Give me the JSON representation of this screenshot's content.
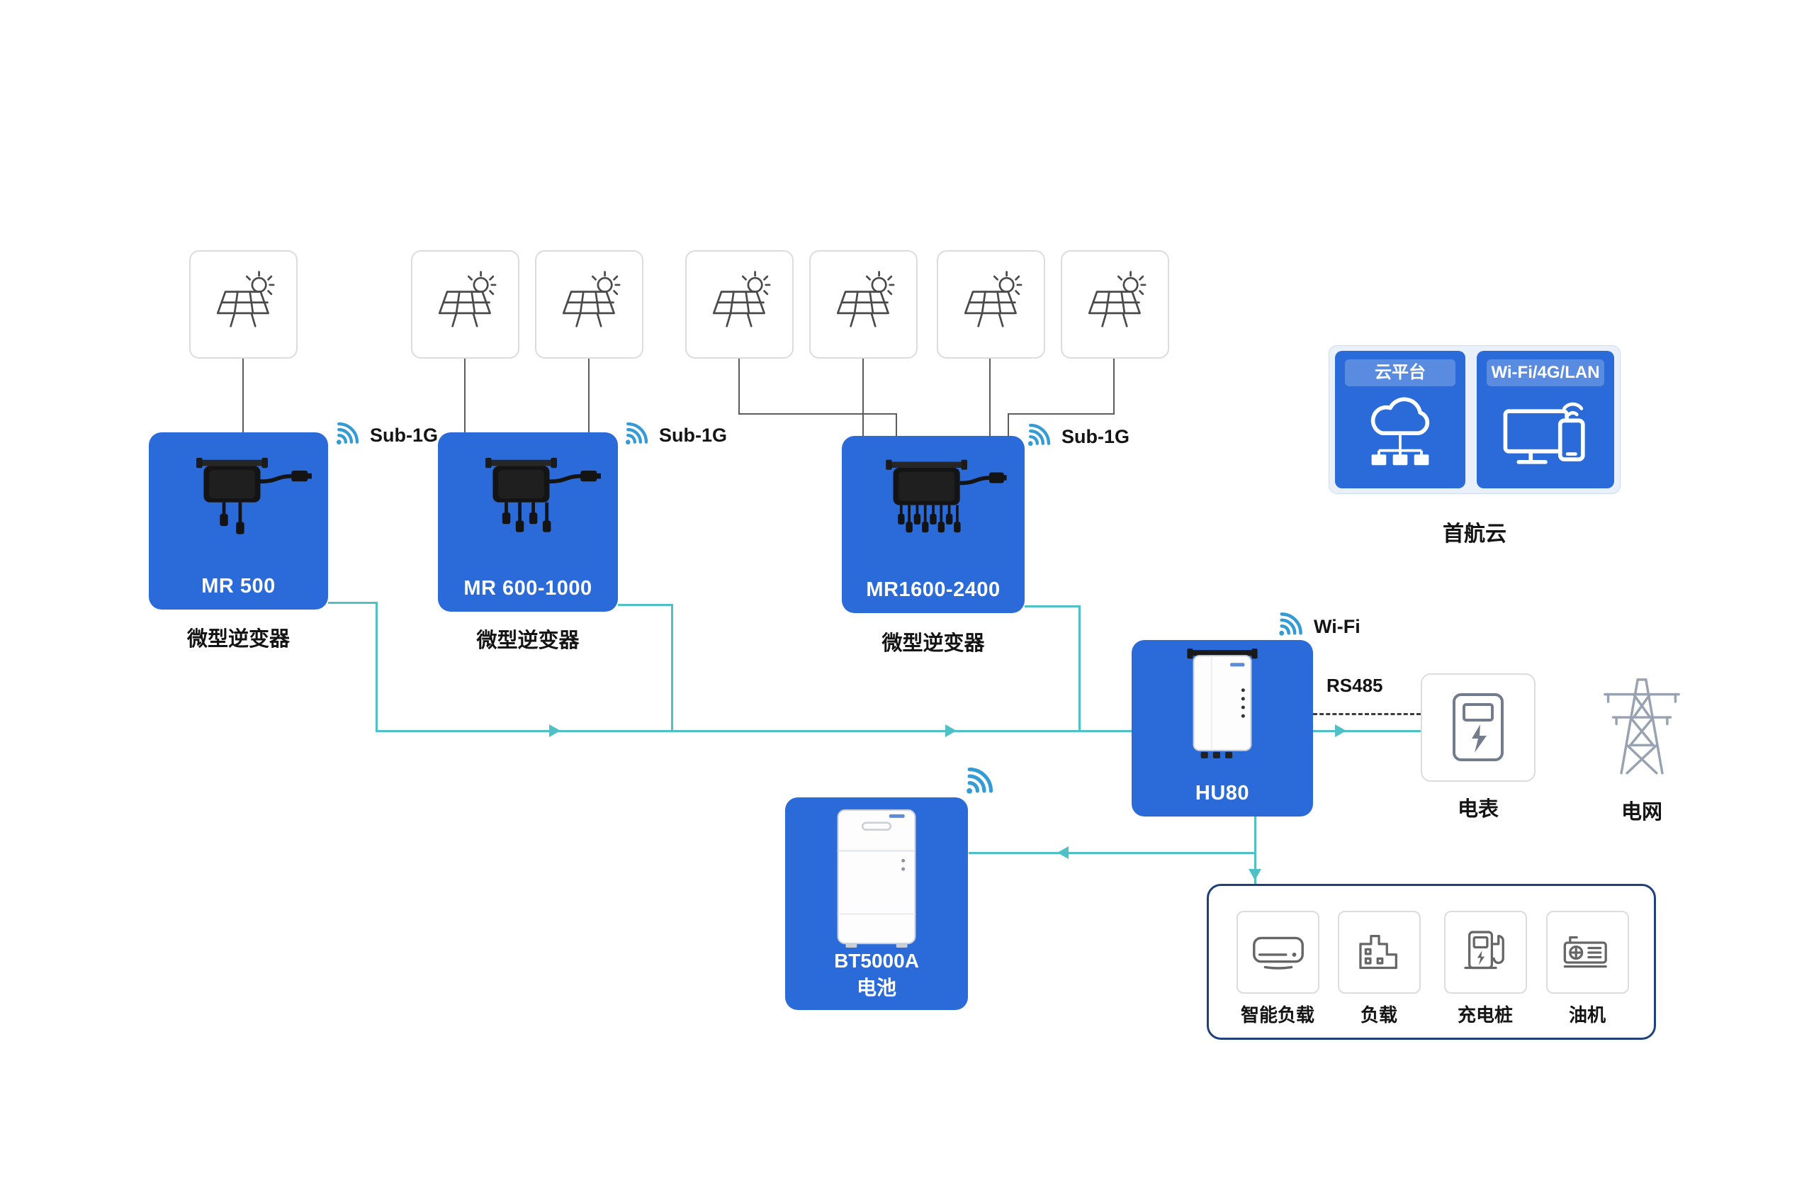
{
  "colors": {
    "card_blue": "#2b6bd9",
    "line_teal": "#4fc0c6",
    "loads_border_navy": "#20407c",
    "signal_blue": "#349bd4"
  },
  "inverters": [
    {
      "name": "MR 500",
      "type_label": "微型逆变器",
      "radio": "Sub-1G"
    },
    {
      "name": "MR 600-1000",
      "type_label": "微型逆变器",
      "radio": "Sub-1G"
    },
    {
      "name": "MR1600-2400",
      "type_label": "微型逆变器",
      "radio": "Sub-1G"
    }
  ],
  "cloud": {
    "platform_tab": "云平台",
    "network_tab": "Wi-Fi/4G/LAN",
    "caption": "首航云"
  },
  "hub": {
    "name": "HU80",
    "radio": "Wi-Fi",
    "rs485": "RS485"
  },
  "battery": {
    "model": "BT5000A",
    "type": "电池"
  },
  "meter": {
    "label": "电表"
  },
  "grid": {
    "label": "电网"
  },
  "loads": [
    {
      "label": "智能负载"
    },
    {
      "label": "负载"
    },
    {
      "label": "充电桩"
    },
    {
      "label": "油机"
    }
  ]
}
